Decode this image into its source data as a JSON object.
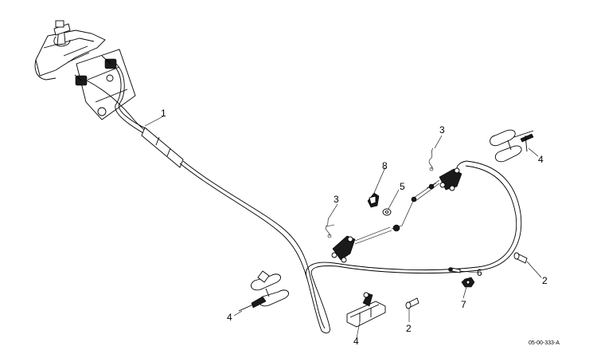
{
  "callouts": [
    {
      "id": "c1",
      "label": "1"
    },
    {
      "id": "c2a",
      "label": "2"
    },
    {
      "id": "c2b",
      "label": "2"
    },
    {
      "id": "c3a",
      "label": "3"
    },
    {
      "id": "c3b",
      "label": "3"
    },
    {
      "id": "c4a",
      "label": "4"
    },
    {
      "id": "c4b",
      "label": "4"
    },
    {
      "id": "c4c",
      "label": "4"
    },
    {
      "id": "c5",
      "label": "5"
    },
    {
      "id": "c6",
      "label": "6"
    },
    {
      "id": "c7",
      "label": "7"
    },
    {
      "id": "c8",
      "label": "8"
    }
  ],
  "reference_code": "05-00-333-A"
}
